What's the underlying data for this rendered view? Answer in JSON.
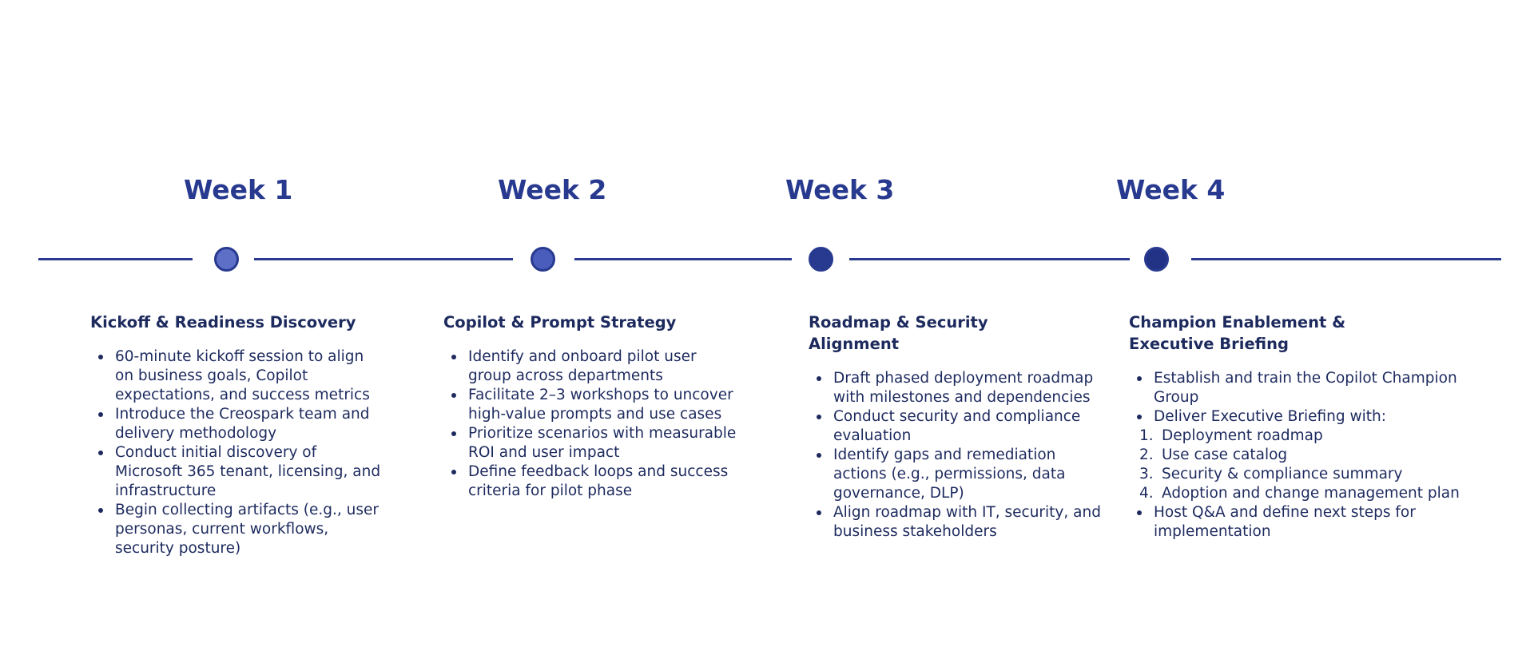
{
  "colors": {
    "heading": "#283a8f",
    "text": "#1d2a5e",
    "line": "#283a8f",
    "node_fills": [
      "#5d6fc6",
      "#4a5cbc",
      "#283a8f",
      "#223385"
    ]
  },
  "weeks": [
    {
      "label": "Week 1",
      "title": "Kickoff & Readiness Discovery",
      "items": [
        {
          "text": "60-minute kickoff session to align on business goals, Copilot expectations, and success metrics"
        },
        {
          "text": "Introduce the Creospark team and delivery methodology"
        },
        {
          "text": "Conduct initial discovery of Microsoft 365 tenant, licensing, and infrastructure"
        },
        {
          "text": "Begin collecting artifacts (e.g., user personas, current workflows, security posture)"
        }
      ]
    },
    {
      "label": "Week 2",
      "title": "Copilot & Prompt Strategy",
      "items": [
        {
          "text": "Identify and onboard pilot user group across departments"
        },
        {
          "text": "Facilitate 2–3 workshops to uncover high-value prompts and use cases"
        },
        {
          "text": "Prioritize scenarios with measurable ROI and user impact"
        },
        {
          "text": "Define feedback loops and success criteria for pilot phase"
        }
      ]
    },
    {
      "label": "Week 3",
      "title": "Roadmap & Security Alignment",
      "items": [
        {
          "text": "Draft phased deployment roadmap with milestones and dependencies"
        },
        {
          "text": "Conduct security and compliance evaluation"
        },
        {
          "text": "Identify gaps and remediation actions (e.g., permissions, data governance, DLP)"
        },
        {
          "text": "Align roadmap with IT, security, and business stakeholders"
        }
      ]
    },
    {
      "label": "Week 4",
      "title": "Champion Enablement & Executive Briefing",
      "items": [
        {
          "text": "Establish and train the Copilot Champion Group"
        },
        {
          "text": "Deliver Executive Briefing with:"
        },
        {
          "marker": "1.",
          "text": "Deployment roadmap"
        },
        {
          "marker": "2.",
          "text": "Use case catalog"
        },
        {
          "marker": "3.",
          "text": "Security & compliance summary"
        },
        {
          "marker": "4.",
          "text": "Adoption and change management plan"
        },
        {
          "text": "Host Q&A and define next steps for implementation"
        }
      ]
    }
  ]
}
